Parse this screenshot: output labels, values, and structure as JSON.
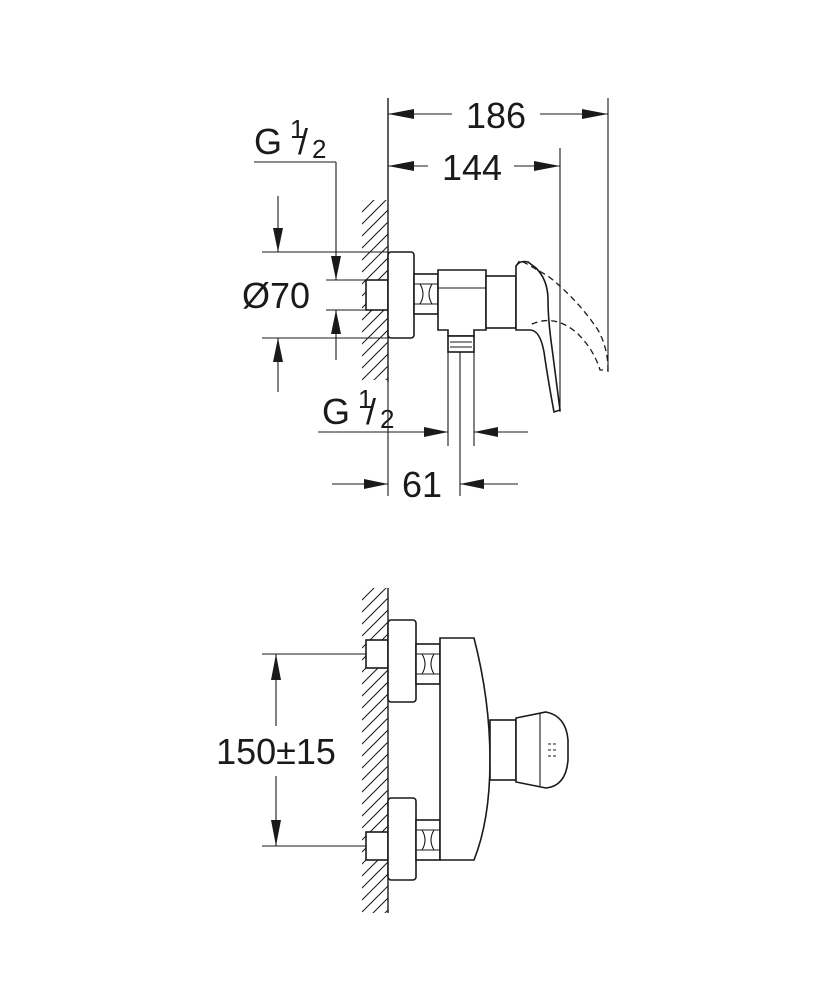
{
  "dimensions": {
    "overall_depth": "186",
    "spout_depth": "144",
    "thread_top": {
      "main": "G",
      "sup": "1",
      "slash": "/",
      "sub": "2"
    },
    "rosette_diameter": "Ø70",
    "thread_bottom": {
      "main": "G",
      "sup": "1",
      "slash": "/",
      "sub": "2"
    },
    "outlet_offset": "61",
    "centre_distance": "150±15"
  }
}
